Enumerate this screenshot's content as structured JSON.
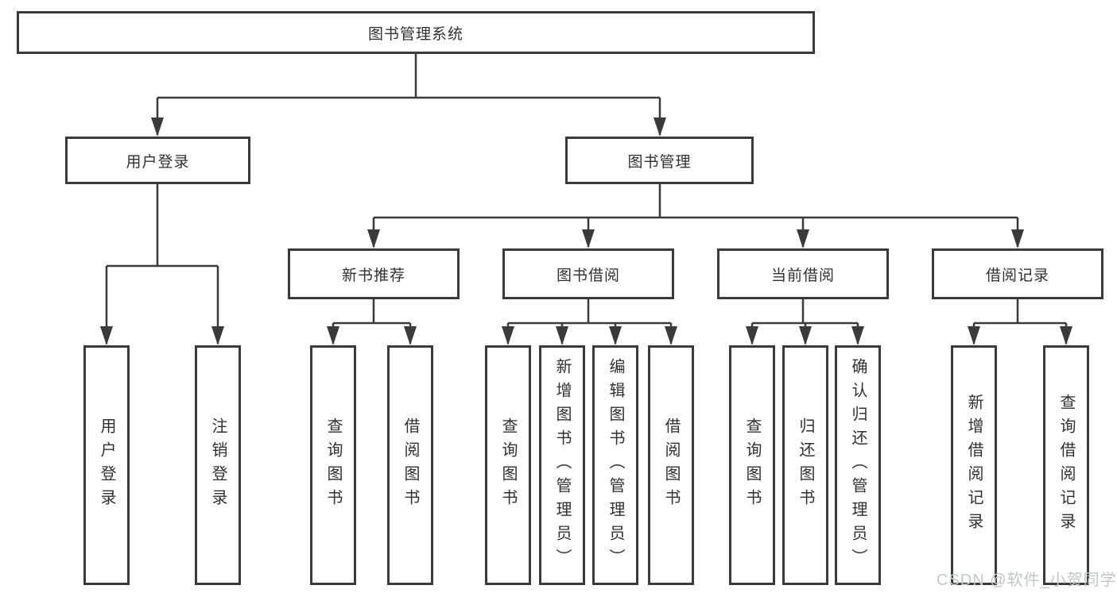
{
  "diagram_type": "hierarchy-tree",
  "nodes": {
    "root": {
      "label": "图书管理系统"
    },
    "user_login": {
      "label": "用户登录"
    },
    "book_management": {
      "label": "图书管理"
    },
    "new_book_recommend": {
      "label": "新书推荐"
    },
    "book_borrow": {
      "label": "图书借阅"
    },
    "current_borrow": {
      "label": "当前借阅"
    },
    "borrow_records": {
      "label": "借阅记录"
    },
    "user_login_children": [
      "用户登录",
      "注销登录"
    ],
    "new_book_recommend_children": [
      "查询图书",
      "借阅图书"
    ],
    "book_borrow_children": [
      "查询图书",
      "新增图书（管理员）",
      "编辑图书（管理员）",
      "借阅图书"
    ],
    "current_borrow_children": [
      "查询图书",
      "归还图书",
      "确认归还（管理员）"
    ],
    "borrow_records_children": [
      "新增借阅记录",
      "查询借阅记录"
    ]
  },
  "watermark": "CSDN @软件_小贺同学",
  "colors": {
    "line": "#3a3a3a",
    "text": "#303030",
    "watermark": "#c2c6ca",
    "background": "#ffffff"
  }
}
